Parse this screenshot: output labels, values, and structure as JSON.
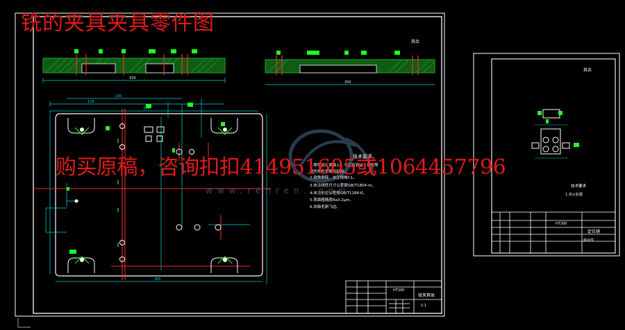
{
  "overlay": {
    "title": "铣的夹具夹具零件图",
    "promo": "购买原稿，咨询扣扣414951605或1064457796",
    "watermark_domain": "www.renren..com"
  },
  "colors": {
    "background": "#000000",
    "overlay_red": "#e31a1a",
    "frame": "#ffffff",
    "hatch_green": "#22aa22",
    "dimension_cyan": "#00d8d8",
    "centerline_red": "#ff2a2a",
    "text_yellow": "#ffff44",
    "watermark_blue": "#5c86b0"
  },
  "drawing_main": {
    "tech_notes": [
      "技术要求",
      "1.零件加工表面上，不应有划痕、擦伤等",
      "损伤零件表面的缺陷。",
      "2.锐角倒钝，未注倒角C1，",
      "3.未注线性尺寸公差按GB/T1804-m。",
      "4.未注形位公差按GB/T1184-K。",
      "5.表面粗糙度Ra3.2μm。",
      "6.去除毛刺飞边。"
    ],
    "title_block": {
      "name": "铣夹具体",
      "material": "HT200",
      "scale": "1:1"
    },
    "roughness_label": "其余"
  },
  "drawing_side": {
    "title_block": {
      "material": "HT200",
      "name": "定位销",
      "drawing_no": "组合件"
    },
    "roughness_label": "其余"
  }
}
